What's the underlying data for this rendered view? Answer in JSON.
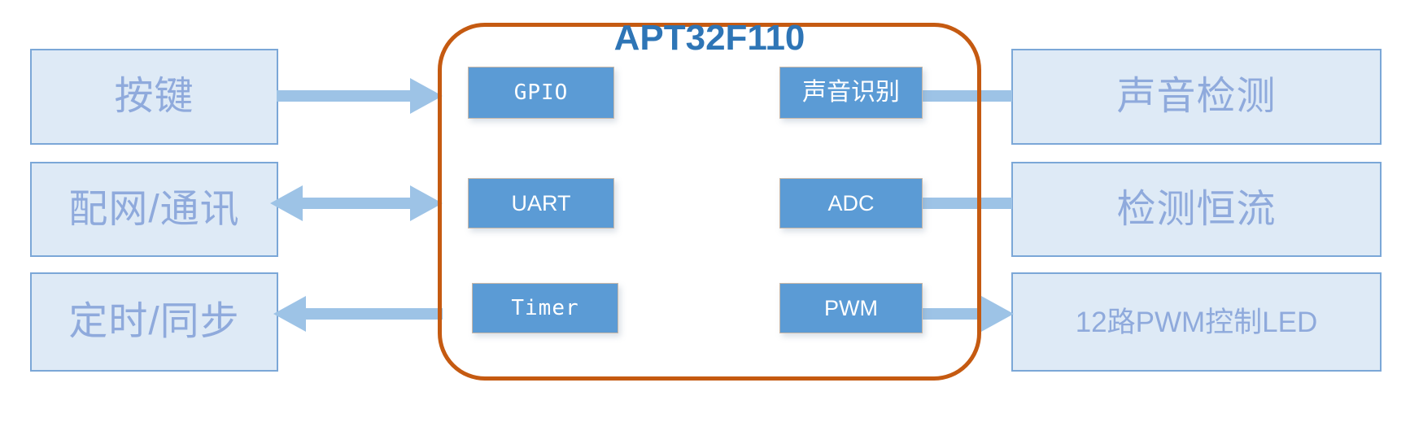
{
  "diagram": {
    "title": "APT32F110",
    "colors": {
      "chip_outline": "#C55A11",
      "chip_title": "#2E75B6",
      "module_fill": "#5B9BD5",
      "module_text": "#FFFFFF",
      "periph_fill": "#DEEAF6",
      "periph_border": "#7BA7D7",
      "periph_text": "#8FAADC",
      "arrow": "#9DC3E6"
    },
    "left_blocks": [
      {
        "label": "按键",
        "arrow": "right",
        "arrow_name": "arrow-key-to-gpio"
      },
      {
        "label": "配网/通讯",
        "arrow": "both",
        "arrow_name": "arrow-network-uart-bidirectional"
      },
      {
        "label": "定时/同步",
        "arrow": "left",
        "arrow_name": "arrow-timer-to-sync"
      }
    ],
    "right_blocks": [
      {
        "label": "声音检测",
        "arrow": "left",
        "arrow_name": "arrow-sound-detect-to-asr"
      },
      {
        "label": "检测恒流",
        "arrow": "left",
        "arrow_name": "arrow-constant-current-to-adc"
      },
      {
        "label": "12路PWM控制LED",
        "arrow": "right",
        "arrow_name": "arrow-pwm-to-led"
      }
    ],
    "modules_left": [
      {
        "label": "GPIO",
        "font": "mono"
      },
      {
        "label": "UART",
        "font": "sans"
      },
      {
        "label": "Timer",
        "font": "mono"
      }
    ],
    "modules_right": [
      {
        "label": "声音识别",
        "font": "cjk"
      },
      {
        "label": "ADC",
        "font": "sans"
      },
      {
        "label": "PWM",
        "font": "sans"
      }
    ]
  }
}
